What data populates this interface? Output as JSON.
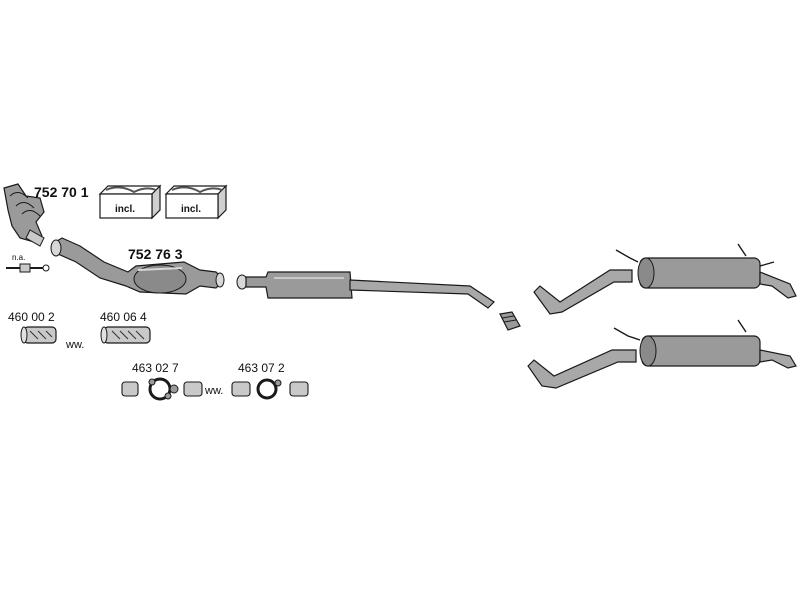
{
  "parts": {
    "manifold": "752 70 1",
    "catalyst": "752 76 3",
    "flex_pipe_1": "460 00 2",
    "flex_pipe_2": "460 06 4",
    "clamp_kit_1": "463 02 7",
    "clamp_kit_2": "463 07 2"
  },
  "labels": {
    "incl_1": "incl.",
    "incl_2": "incl.",
    "na": "n.a.",
    "ww_1": "ww.",
    "ww_2": "ww."
  },
  "colors": {
    "part_fill": "#8f8f8f",
    "part_light": "#c9c9c9",
    "outline": "#1a1a1a"
  }
}
